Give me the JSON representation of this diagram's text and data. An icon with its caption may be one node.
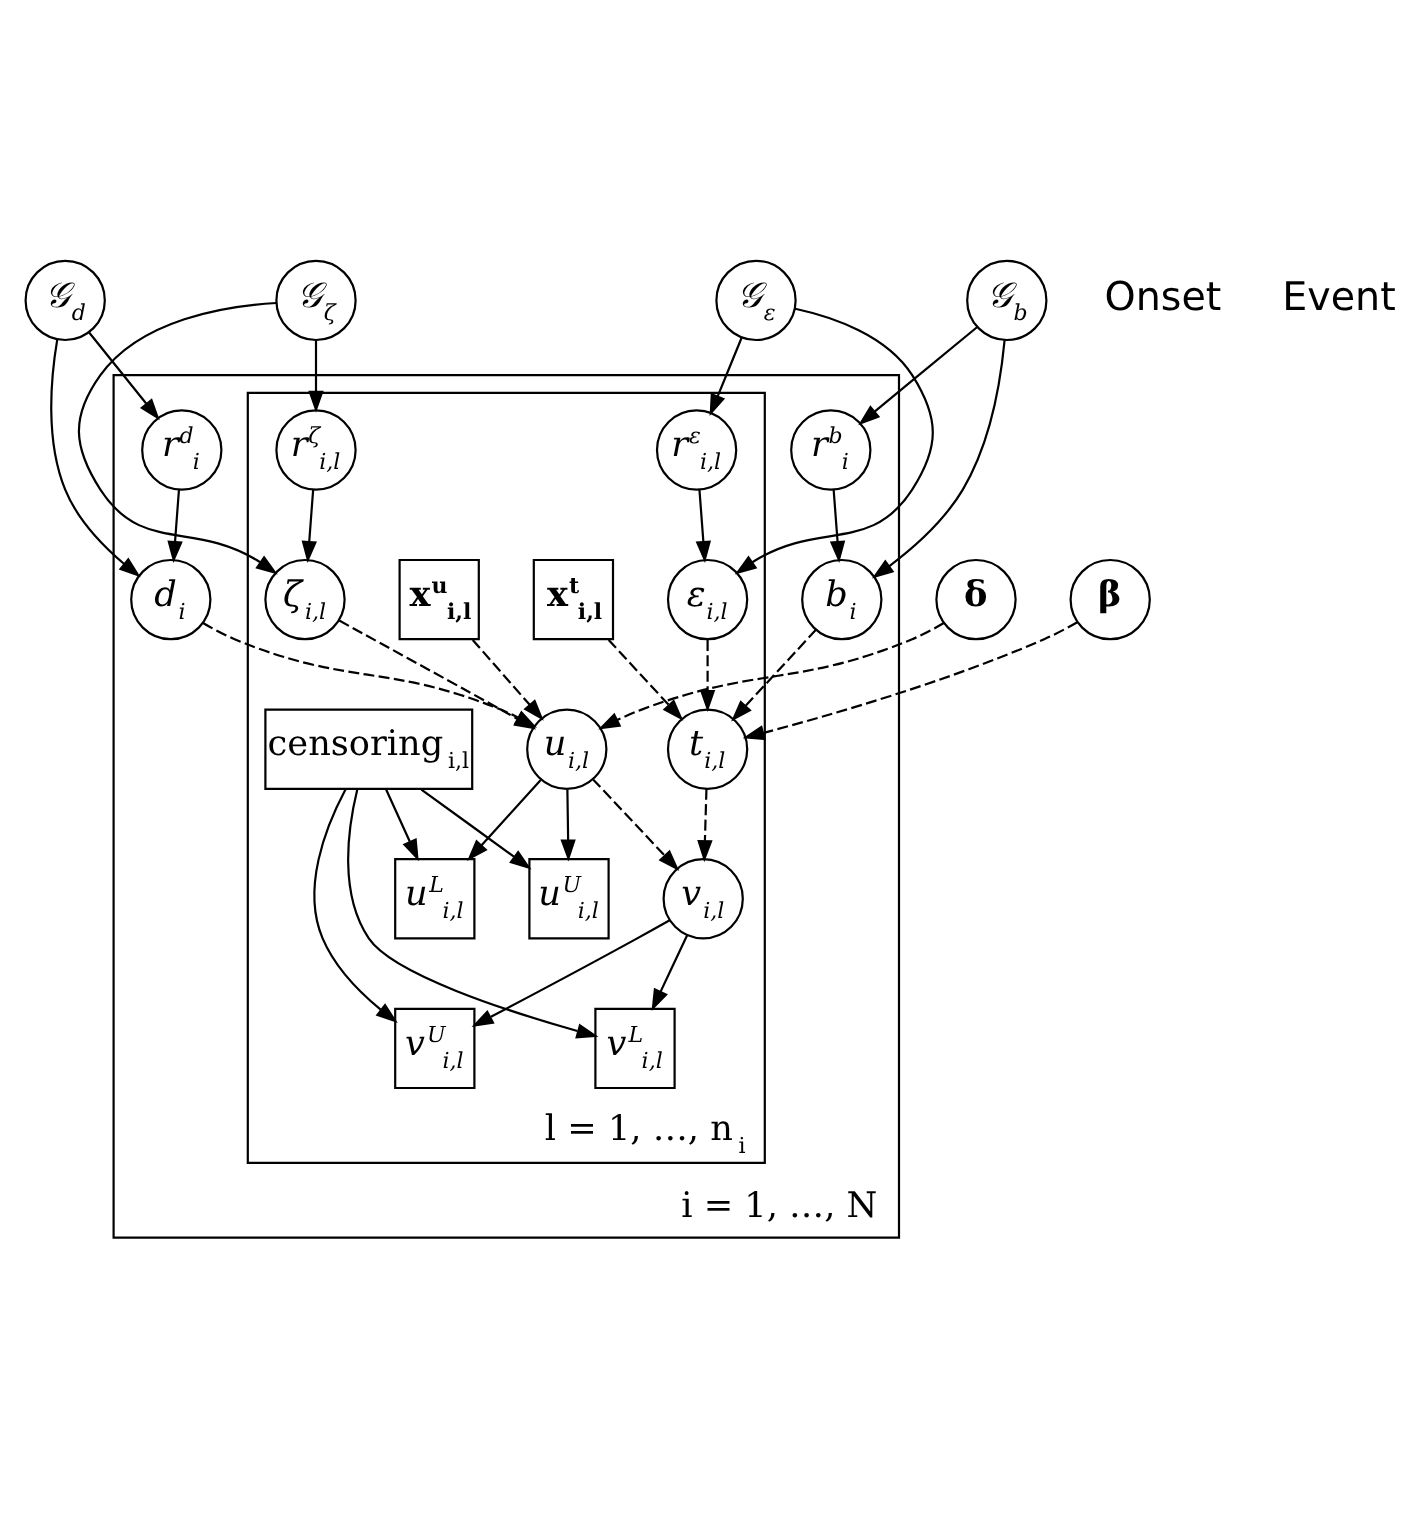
{
  "diagram": {
    "nodes": [
      {
        "text": [
          "i = 1, …, N"
        ]
      },
      {
        "text": [
          "l = 1, …, n$_{i}$"
        ],
        "in": 0
      },
      {
        "text": [
          "𝒢$_{d}$"
        ]
      },
      {
        "text": [
          "𝒢$_{ζ}$"
        ]
      },
      {
        "text": [
          "𝒢$_{ε}$"
        ]
      },
      {
        "text": [
          "𝒢$_{b}$"
        ]
      },
      {
        "text": [
          "r$^{d}$$_{i}$"
        ],
        "in": 0
      },
      {
        "text": [
          "r$^{ζ}$$_{i,l}$"
        ],
        "in": 1
      },
      {
        "text": [
          "r$^{ε}$$_{i,l}$"
        ],
        "in": 1
      },
      {
        "text": [
          "r$^{b}$$_{i}$"
        ],
        "in": 0
      },
      {
        "text": [
          "δ"
        ]
      },
      {
        "text": [
          "d$_{i}$"
        ],
        "in": 0
      },
      {
        "text": [
          "x$^{u}$$_{i,l}$"
        ],
        "in": 1
      },
      {
        "text": [
          "ζ$_{i,l}$"
        ],
        "in": 1
      },
      {
        "text": [
          "ε$_{i,l}$"
        ],
        "in": 1
      },
      {
        "text": [
          "x$^{t}$$_{i,l}$"
        ],
        "in": 1
      },
      {
        "text": [
          "b$_{i}$"
        ],
        "in": 0
      },
      {
        "text": [
          "β"
        ]
      },
      {
        "text": [
          "u$_{i,l}$"
        ],
        "in": 1
      },
      {
        "text": [
          "t$_{i,l}$"
        ],
        "in": 1
      },
      {
        "text": [
          "v$_{i,l}$"
        ],
        "in": 1
      },
      {
        "text": [
          "u$^{L}$$_{i,l}$"
        ],
        "in": 1
      },
      {
        "text": [
          "u$^{U}$$_{i,l}$"
        ],
        "in": 1
      },
      {
        "text": [
          "v$^{L}$$_{i,l}$"
        ],
        "in": 1
      },
      {
        "text": [
          "v$^{U}$$_{i,l}$"
        ],
        "in": 1
      },
      {
        "text": [
          "censoring$_{i,l}$"
        ],
        "in": 1
      }
    ],
    "edges": [
      {
        "from": 2,
        "to": 6,
        "arrow": "to"
      },
      {
        "from": 2,
        "to": 11,
        "arrow": "to"
      },
      {
        "from": 3,
        "to": 13,
        "arrow": "to"
      },
      {
        "from": 3,
        "to": 7,
        "arrow": "to"
      },
      {
        "from": 4,
        "to": 8,
        "arrow": "to"
      },
      {
        "from": 4,
        "to": 14,
        "arrow": "to"
      },
      {
        "from": 5,
        "to": 9,
        "arrow": "to"
      },
      {
        "from": 5,
        "to": 16,
        "arrow": "to"
      },
      {
        "from": 6,
        "to": 11,
        "arrow": "to"
      },
      {
        "from": 7,
        "to": 13,
        "arrow": "to"
      },
      {
        "from": 8,
        "to": 14,
        "arrow": "to"
      },
      {
        "from": 9,
        "to": 16,
        "arrow": "to"
      },
      {
        "from": 10,
        "to": 18,
        "arrow": "to",
        "style": "dashed"
      },
      {
        "from": 11,
        "to": 18,
        "arrow": "to",
        "style": "dashed"
      },
      {
        "from": 12,
        "to": 18,
        "arrow": "to",
        "style": "dashed"
      },
      {
        "from": 13,
        "to": 18,
        "arrow": "to",
        "style": "dashed"
      },
      {
        "from": 14,
        "to": 19,
        "arrow": "to",
        "style": "dashed"
      },
      {
        "from": 15,
        "to": 19,
        "arrow": "to",
        "style": "dashed"
      },
      {
        "from": 16,
        "to": 19,
        "arrow": "to",
        "style": "dashed"
      },
      {
        "from": 17,
        "to": 19,
        "arrow": "to",
        "style": "dashed"
      },
      {
        "from": 18,
        "to": 20,
        "arrow": "to",
        "style": "dashed"
      },
      {
        "from": 19,
        "to": 20,
        "arrow": "to",
        "style": "dashed"
      },
      {
        "from": 18,
        "to": 21,
        "arrow": "to"
      },
      {
        "from": 18,
        "to": 22,
        "arrow": "to"
      },
      {
        "from": 20,
        "to": 23,
        "arrow": "to"
      },
      {
        "from": 20,
        "to": 24,
        "arrow": "to"
      },
      {
        "from": 25,
        "to": 21,
        "arrow": "to"
      },
      {
        "from": 25,
        "to": 22,
        "arrow": "to"
      },
      {
        "from": 25,
        "to": 23,
        "arrow": "to"
      },
      {
        "from": 25,
        "to": 24,
        "arrow": "to"
      }
    ],
    "labels": [
      "Onset",
      "Event"
    ]
  }
}
